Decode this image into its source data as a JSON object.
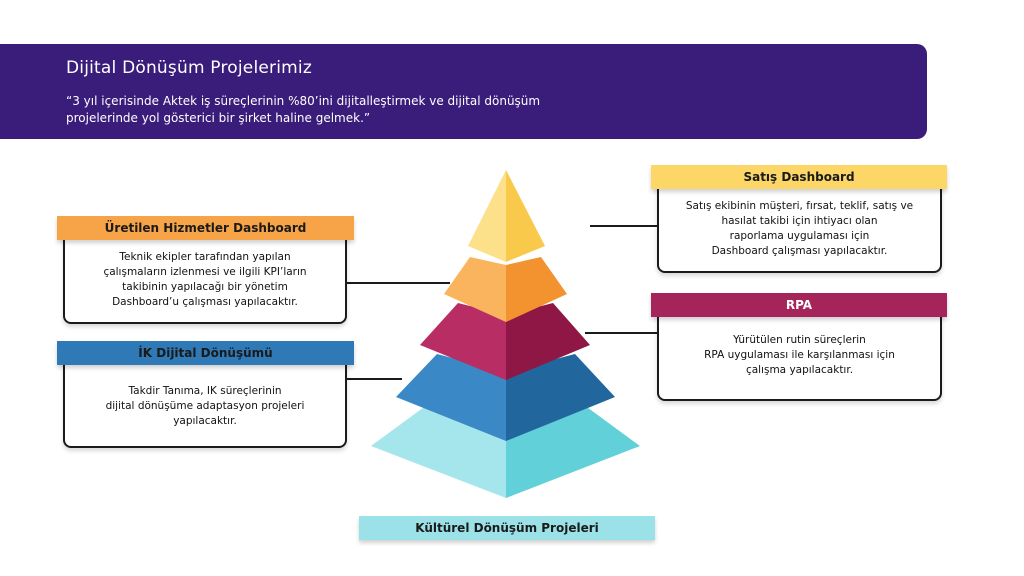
{
  "banner": {
    "title": "Dijital Dönüşüm Projelerimiz",
    "quote": "“3 yıl içerisinde Aktek iş süreçlerinin %80’ini dijitalleştirmek ve dijital dönüşüm projelerinde yol gösterici bir şirket haline gelmek.”"
  },
  "colors": {
    "banner": "#3a1c7a",
    "yellow": "#fcd666",
    "orange": "#f7a449",
    "crimson": "#a5245a",
    "blue": "#2f79b6",
    "cyan": "#9be1e8"
  },
  "cards": {
    "uretilen": {
      "title": "Üretilen Hizmetler Dashboard",
      "text": "Teknik ekipler tarafından yapılan\nçalışmaların izlenmesi ve ilgili KPI’ların\ntakibinin yapılacağı bir yönetim\nDashboard’u çalışması yapılacaktır."
    },
    "ik": {
      "title": "İK Dijital Dönüşümü",
      "text": "Takdir Tanıma, IK süreçlerinin\ndijital dönüşüme  adaptasyon projeleri\nyapılacaktır."
    },
    "satis": {
      "title": "Satış Dashboard",
      "text": "Satış ekibinin müşteri, fırsat, teklif, satış ve\nhasılat takibi için ihtiyacı olan\nraporlama uygulaması için\nDashboard çalışması yapılacaktır."
    },
    "rpa": {
      "title": "RPA",
      "text": "Yürütülen rutin süreçlerin\nRPA uygulaması ile karşılanması için\nçalışma yapılacaktır."
    }
  },
  "base_label": "Kültürel Dönüşüm Projeleri"
}
